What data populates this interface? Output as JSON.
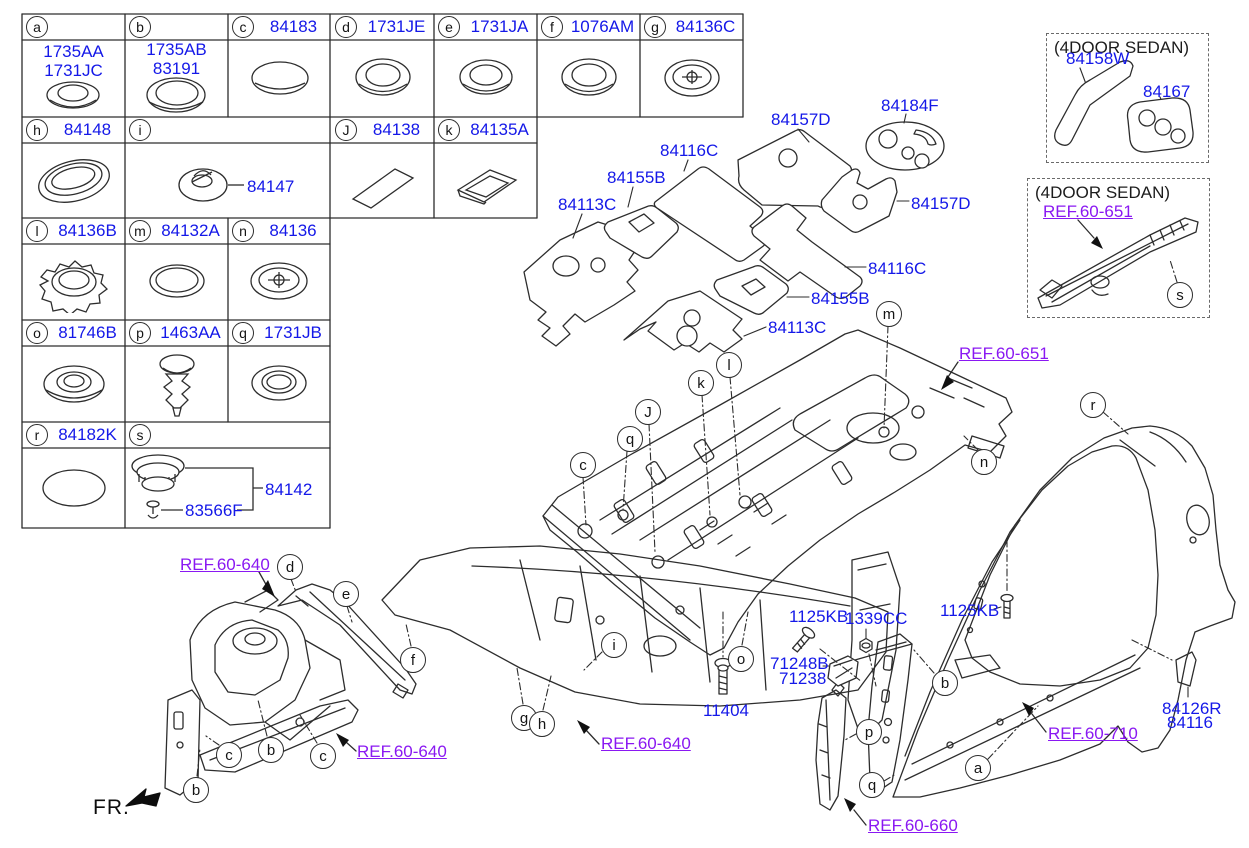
{
  "fr_label": "FR.",
  "colors": {
    "part_blue": "#1418e8",
    "ref_purple": "#8a18f2",
    "line": "#2d2d2d"
  },
  "plug_table": {
    "cells": [
      {
        "id": "a",
        "letter": "a",
        "header_no": "",
        "body_no": "1735AA\n1731JC",
        "icon": "ring-plug-icon"
      },
      {
        "id": "b",
        "letter": "b",
        "header_no": "",
        "body_no": "1735AB\n83191",
        "icon": "dome-plug-icon"
      },
      {
        "id": "c",
        "letter": "c",
        "header_no": "84183",
        "icon": "flat-plug-icon"
      },
      {
        "id": "d",
        "letter": "d",
        "header_no": "1731JE",
        "icon": "ring-plug-icon"
      },
      {
        "id": "e",
        "letter": "e",
        "header_no": "1731JA",
        "icon": "ring-plug-icon"
      },
      {
        "id": "f",
        "letter": "f",
        "header_no": "1076AM",
        "icon": "ring-plug-icon"
      },
      {
        "id": "g",
        "letter": "g",
        "header_no": "84136C",
        "icon": "screw-plug-icon"
      },
      {
        "id": "h",
        "letter": "h",
        "header_no": "84148",
        "icon": "oval-grommet-icon"
      },
      {
        "id": "i",
        "letter": "i",
        "header_no": "",
        "side_no": "84147",
        "icon": "disc-clip-icon"
      },
      {
        "id": "J",
        "letter": "J",
        "header_no": "84138",
        "icon": "strip-pad-icon"
      },
      {
        "id": "k",
        "letter": "k",
        "header_no": "84135A",
        "icon": "cap-pad-icon"
      },
      {
        "id": "l",
        "letter": "l",
        "header_no": "84136B",
        "icon": "gear-grommet-icon"
      },
      {
        "id": "m",
        "letter": "m",
        "header_no": "84132A",
        "icon": "flat-plug-icon"
      },
      {
        "id": "n",
        "letter": "n",
        "header_no": "84136",
        "icon": "screw-plug-icon"
      },
      {
        "id": "o",
        "letter": "o",
        "header_no": "81746B",
        "icon": "dome-grommet-icon"
      },
      {
        "id": "p",
        "letter": "p",
        "header_no": "1463AA",
        "icon": "tree-clip-icon"
      },
      {
        "id": "q",
        "letter": "q",
        "header_no": "1731JB",
        "icon": "ring-plug-icon"
      },
      {
        "id": "r",
        "letter": "r",
        "header_no": "84182K",
        "icon": "flat-plug-icon"
      },
      {
        "id": "s",
        "letter": "s",
        "header_no": "",
        "sub_labels": [
          "84142",
          "83566F"
        ],
        "icon": "cap-assembly-icon"
      }
    ]
  },
  "part_labels": [
    {
      "text": "84113C"
    },
    {
      "text": "84155B"
    },
    {
      "text": "84116C"
    },
    {
      "text": "84157D"
    },
    {
      "text": "84184F"
    },
    {
      "text": "84157D"
    },
    {
      "text": "84116C"
    },
    {
      "text": "84155B"
    },
    {
      "text": "84113C"
    },
    {
      "text": "84158W"
    },
    {
      "text": "84167"
    },
    {
      "text": "1125KB"
    },
    {
      "text": "1339CC"
    },
    {
      "text": "71248B"
    },
    {
      "text": "71238"
    },
    {
      "text": "11404"
    },
    {
      "text": "1125KB"
    },
    {
      "text": "84126R"
    },
    {
      "text": "84116"
    }
  ],
  "ref_labels": [
    {
      "text": "REF.60-640"
    },
    {
      "text": "REF.60-640"
    },
    {
      "text": "REF.60-640"
    },
    {
      "text": "REF.60-651"
    },
    {
      "text": "REF.60-651"
    },
    {
      "text": "REF.60-710"
    },
    {
      "text": "REF.60-660"
    }
  ],
  "balloons": [
    {
      "letter": "d"
    },
    {
      "letter": "e"
    },
    {
      "letter": "f"
    },
    {
      "letter": "g"
    },
    {
      "letter": "h"
    },
    {
      "letter": "i"
    },
    {
      "letter": "b"
    },
    {
      "letter": "c"
    },
    {
      "letter": "b"
    },
    {
      "letter": "c"
    },
    {
      "letter": "o"
    },
    {
      "letter": "p"
    },
    {
      "letter": "q"
    },
    {
      "letter": "c"
    },
    {
      "letter": "q"
    },
    {
      "letter": "J"
    },
    {
      "letter": "k"
    },
    {
      "letter": "l"
    },
    {
      "letter": "m"
    },
    {
      "letter": "n"
    },
    {
      "letter": "b"
    },
    {
      "letter": "a"
    },
    {
      "letter": "r"
    },
    {
      "letter": "s"
    }
  ],
  "sedan_boxes": [
    {
      "title": "(4DOOR SEDAN)"
    },
    {
      "title": "(4DOOR SEDAN)"
    }
  ]
}
